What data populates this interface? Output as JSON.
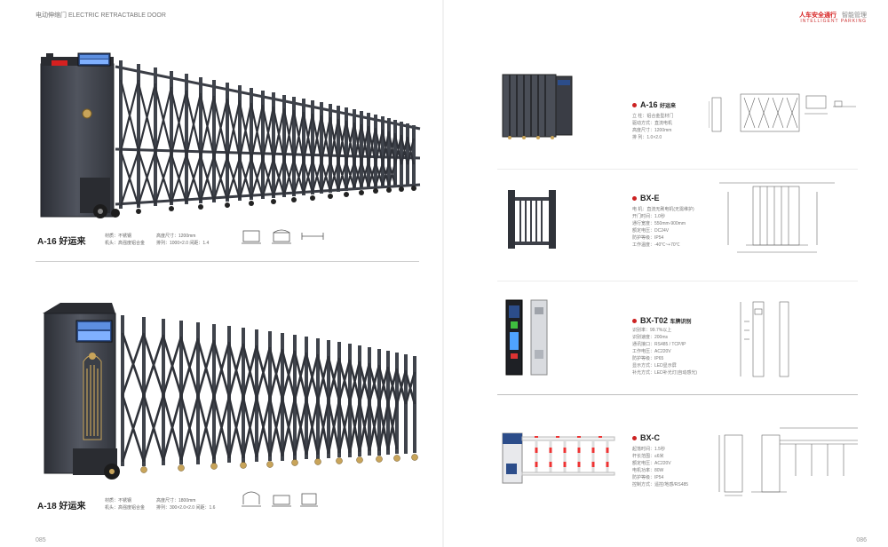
{
  "header": {
    "left": "电动伸缩门  ELECTRIC RETRACTABLE DOOR",
    "right_red": "人车安全通行",
    "right_grey": "智能管理",
    "right_sub": "INTELLIGENT PARKING"
  },
  "left_page": {
    "products": [
      {
        "name": "A-16 好运来",
        "specs_a": [
          "材质：不锈钢",
          "机头：高强度铝合金"
        ],
        "specs_b": [
          "高度尺寸：1200mm",
          "排列：1000×2.0  间距：1.4"
        ]
      },
      {
        "name": "A-18 好运来",
        "specs_a": [
          "材质：不锈钢",
          "机头：高强度铝合金"
        ],
        "specs_b": [
          "高度尺寸：1800mm",
          "排列：300×2.0×2.0  间距：1.6"
        ]
      }
    ],
    "page_number": "085"
  },
  "right_page": {
    "items": [
      {
        "name": "A-16",
        "suffix": "好运来",
        "specs": [
          "立    柱：铝合金型材门",
          "驱动方式：直流电机",
          "高度尺寸：1200mm",
          "排    列：1.0×2.0"
        ]
      },
      {
        "name": "BX-E",
        "suffix": "",
        "specs": [
          "电    机：直流无刷电机(无需维护)",
          "开门时间：1.0秒",
          "通行宽度：550mm-900mm",
          "额定电压：DC24V",
          "防护等级：IP54",
          "工作温度：-40℃~+70℃"
        ]
      },
      {
        "name": "BX-T02",
        "suffix": "车牌识别",
        "specs": [
          "识别率：99.7%以上",
          "识别速度：200ms",
          "通讯接口：RS485 / TCP/IP",
          "工作电压：AC220V",
          "防护等级：IP65",
          "显示方式：LED显示屏",
          "补光方式：LED补光灯(自动感光)"
        ]
      },
      {
        "name": "BX-C",
        "suffix": "",
        "specs": [
          "起落时间：1.5秒",
          "杆长范围：≤6米",
          "额定电压：AC220V",
          "电机功率：80W",
          "防护等级：IP54",
          "控制方式：遥控/地感/RS485"
        ]
      }
    ],
    "page_number": "086"
  },
  "colors": {
    "frame": "#3d4048",
    "frame_dark": "#2a2c31",
    "accent_red": "#d62020",
    "gold": "#c8a45a",
    "display_blue": "#2c4d8a",
    "barrier_red": "#e33"
  }
}
